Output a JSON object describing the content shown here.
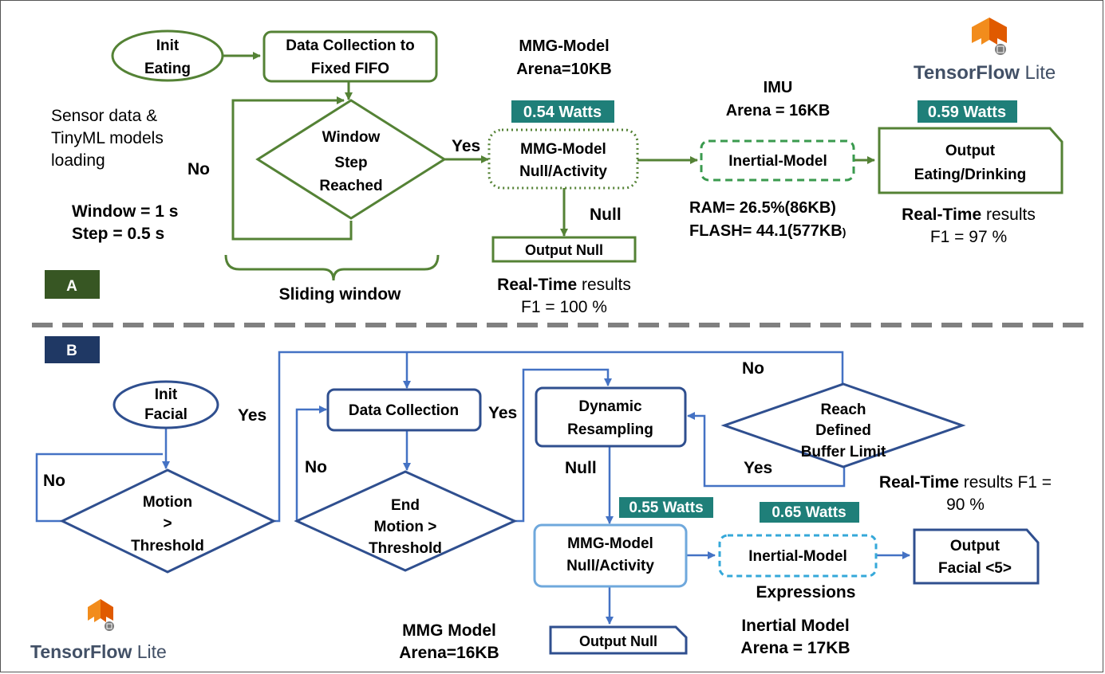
{
  "panel_a": {
    "label": "A",
    "init": [
      "Init",
      "Eating"
    ],
    "data_collection": [
      "Data Collection to",
      "Fixed FIFO"
    ],
    "decision": [
      "Window",
      "Step",
      "Reached"
    ],
    "sensor_note": [
      "Sensor data  &",
      "TinyML models",
      "loading"
    ],
    "no_label": "No",
    "yes_label": "Yes",
    "null_label": "Null",
    "window_param": "Window  = 1 s",
    "step_param": "Step = 0.5 s",
    "sliding_window": "Sliding window",
    "mmg_title": [
      "MMG-Model",
      "Arena=10KB"
    ],
    "mmg_watts": "0.54 Watts",
    "mmg_box": [
      "MMG-Model",
      "Null/Activity"
    ],
    "output_null": "Output Null",
    "realtime_mmg": {
      "bold": "Real-Time",
      "rest": " results",
      "f1": "F1 =  100 %"
    },
    "imu_title": [
      "IMU",
      "Arena = 16KB"
    ],
    "inertial_box": "Inertial-Model",
    "ram": "RAM= 26.5%(86KB)",
    "flash_main": "FLASH= 44.1(577KB",
    "flash_paren": ")",
    "out_watts": "0.59 Watts",
    "output_box": [
      "Output",
      "Eating/Drinking"
    ],
    "realtime_out": {
      "bold": "Real-Time",
      "rest": " results",
      "f1": "F1 =  97 %"
    },
    "tf_logo": {
      "word1": "TensorFlow",
      "word2": " Lite"
    }
  },
  "panel_b": {
    "label": "B",
    "init": [
      "Init",
      "Facial"
    ],
    "yes_label_1": "Yes",
    "no_label_1": "No",
    "motion_decision": [
      "Motion",
      ">",
      "Threshold"
    ],
    "data_collection": "Data Collection",
    "yes_label_2": "Yes",
    "no_label_2": "No",
    "end_decision": [
      "End",
      "Motion >",
      "Threshold"
    ],
    "resampling": [
      "Dynamic",
      "Resampling"
    ],
    "buffer_decision": [
      "Reach",
      "Defined",
      "Buffer Limit"
    ],
    "no_label_3": "No",
    "yes_label_3": "Yes",
    "null_label": "Null",
    "realtime": {
      "bold": "Real-Time",
      "rest": " results F1 =",
      "f1": "90 %"
    },
    "mmg_watts": "0.55 Watts",
    "inertial_watts": "0.65 Watts",
    "mmg_box": [
      "MMG-Model",
      "Null/Activity"
    ],
    "inertial_box": "Inertial-Model",
    "expressions": "Expressions",
    "output_box": [
      "Output",
      "Facial <5>"
    ],
    "output_null": "Output Null",
    "mmg_arena": [
      "MMG Model",
      "Arena=16KB"
    ],
    "inertial_arena": [
      "Inertial Model",
      "Arena = 17KB"
    ],
    "tf_logo": {
      "word1": "TensorFlow",
      "word2": " Lite"
    }
  },
  "colors": {
    "green": "#548235",
    "dark_green_badge": "#375623",
    "navy_badge": "#1f3864",
    "blue_line": "#4472c4",
    "teal_badge": "#1f7f79",
    "tf_orange": "#f28c1c",
    "tf_text": "#425066"
  }
}
